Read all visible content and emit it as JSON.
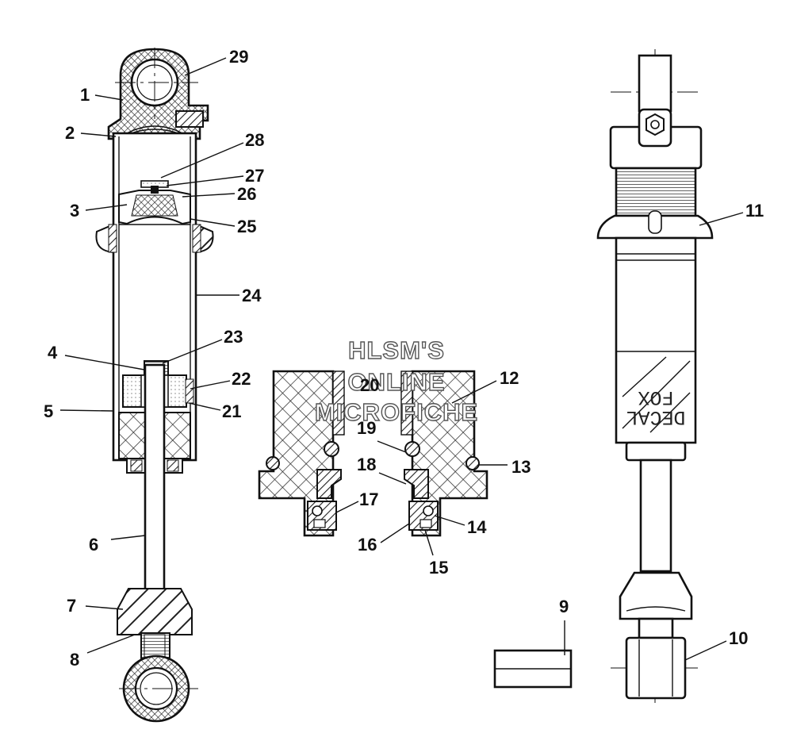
{
  "callouts": [
    {
      "id": "1",
      "text": "1"
    },
    {
      "id": "2",
      "text": "2"
    },
    {
      "id": "3",
      "text": "3"
    },
    {
      "id": "4",
      "text": "4"
    },
    {
      "id": "5",
      "text": "5"
    },
    {
      "id": "6",
      "text": "6"
    },
    {
      "id": "7",
      "text": "7"
    },
    {
      "id": "8",
      "text": "8"
    },
    {
      "id": "9",
      "text": "9"
    },
    {
      "id": "10",
      "text": "10"
    },
    {
      "id": "11",
      "text": "11"
    },
    {
      "id": "12",
      "text": "12"
    },
    {
      "id": "13",
      "text": "13"
    },
    {
      "id": "14",
      "text": "14"
    },
    {
      "id": "15",
      "text": "15"
    },
    {
      "id": "16",
      "text": "16"
    },
    {
      "id": "17",
      "text": "17"
    },
    {
      "id": "18",
      "text": "18"
    },
    {
      "id": "19",
      "text": "19"
    },
    {
      "id": "20",
      "text": "20"
    },
    {
      "id": "21",
      "text": "21"
    },
    {
      "id": "22",
      "text": "22"
    },
    {
      "id": "23",
      "text": "23"
    },
    {
      "id": "24",
      "text": "24"
    },
    {
      "id": "25",
      "text": "25"
    },
    {
      "id": "26",
      "text": "26"
    },
    {
      "id": "27",
      "text": "27"
    },
    {
      "id": "28",
      "text": "28"
    },
    {
      "id": "29",
      "text": "29"
    }
  ],
  "watermark": {
    "line1": "HLSM'S",
    "line2": "ONLINE",
    "line3": "MICROFICHE"
  },
  "decal": {
    "line1": "DECAL",
    "line2": "FOX"
  },
  "colors": {
    "ink": "#111111",
    "paper": "#ffffff"
  }
}
